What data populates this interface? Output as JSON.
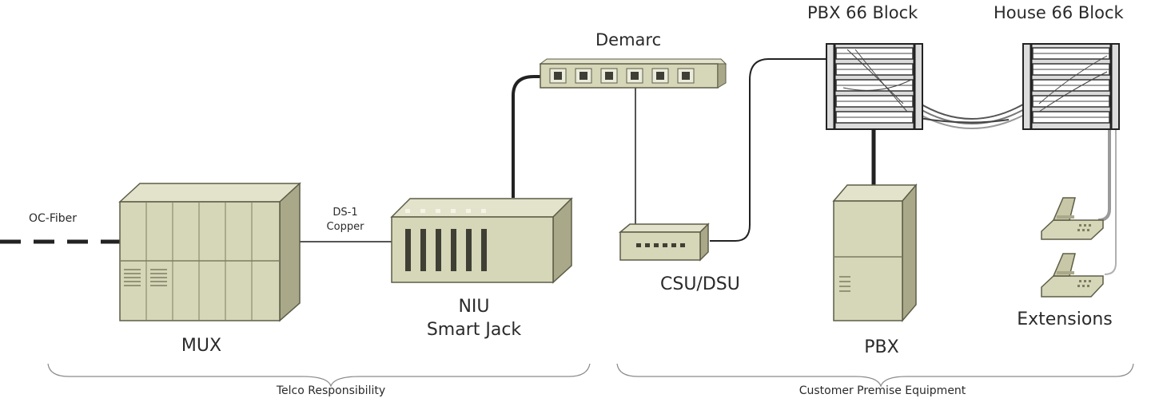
{
  "labels": {
    "oc_fiber": "OC-Fiber",
    "ds1_line1": "DS-1",
    "ds1_line2": "Copper",
    "demarc": "Demarc",
    "mux": "MUX",
    "niu_line1": "NIU",
    "niu_line2": "Smart Jack",
    "csu_dsu": "CSU/DSU",
    "pbx_block": "PBX 66 Block",
    "house_block": "House 66 Block",
    "pbx": "PBX",
    "extensions": "Extensions",
    "telco": "Telco Responsibility",
    "cpe": "Customer Premise Equipment"
  },
  "colors": {
    "device_face": "#d6d6b8",
    "device_top": "#e3e3cc",
    "device_side": "#a9a98a",
    "outline": "#5d5d48",
    "cable": "#222222",
    "gray_cable": "#a7a7a7"
  }
}
